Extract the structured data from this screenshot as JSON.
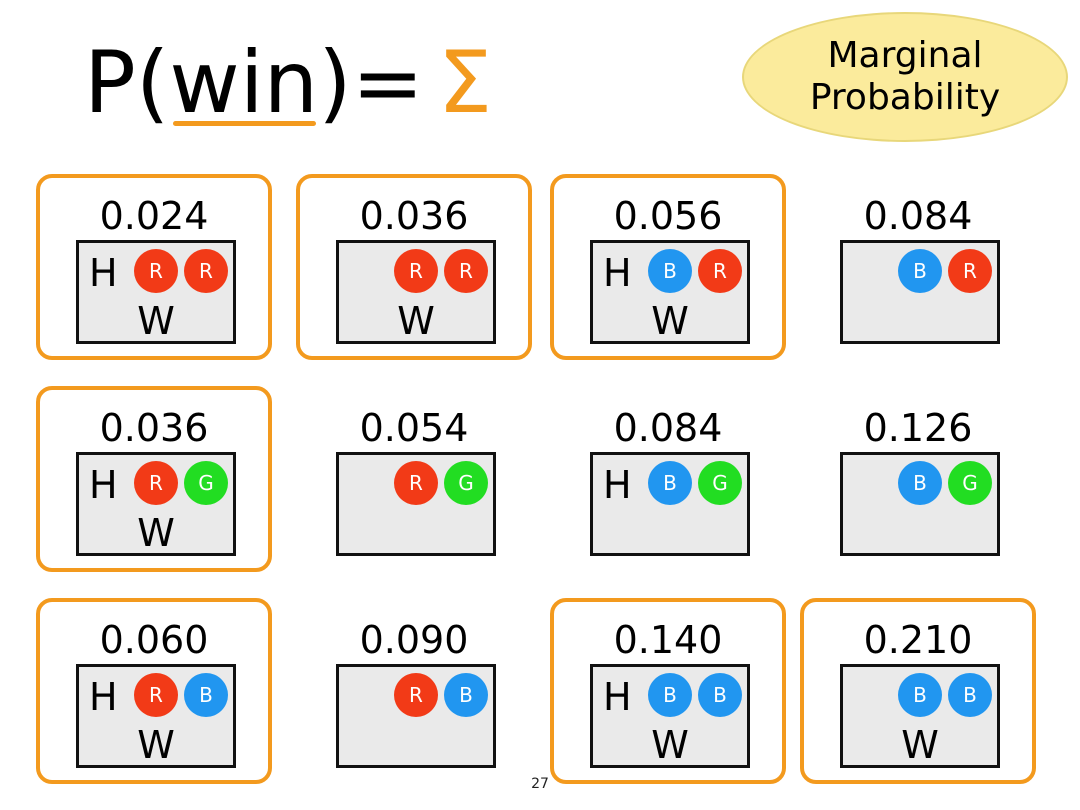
{
  "title": {
    "prefix": "P(",
    "var": "win",
    "suffix": ")=",
    "sigma": "Σ"
  },
  "badge": {
    "line1": "Marginal",
    "line2": "Probability"
  },
  "colors": {
    "red": "#f23a17",
    "blue": "#2196f0",
    "green": "#22dd22",
    "highlight": "#f39a1e",
    "badge": "#fbeb9c"
  },
  "rows": [
    {
      "cells": [
        {
          "prob": "0.024",
          "highlighted": true,
          "h": "H",
          "w": "W",
          "balls": [
            {
              "color": "R",
              "label": "R"
            },
            {
              "color": "R",
              "label": "R"
            }
          ]
        },
        {
          "prob": "0.036",
          "highlighted": true,
          "h": "",
          "w": "W",
          "balls": [
            {
              "color": "R",
              "label": "R"
            },
            {
              "color": "R",
              "label": "R"
            }
          ]
        },
        {
          "prob": "0.056",
          "highlighted": true,
          "h": "H",
          "w": "W",
          "balls": [
            {
              "color": "B",
              "label": "B"
            },
            {
              "color": "R",
              "label": "R"
            }
          ]
        },
        {
          "prob": "0.084",
          "highlighted": false,
          "h": "",
          "w": "",
          "balls": [
            {
              "color": "B",
              "label": "B"
            },
            {
              "color": "R",
              "label": "R"
            }
          ]
        }
      ]
    },
    {
      "cells": [
        {
          "prob": "0.036",
          "highlighted": true,
          "h": "H",
          "w": "W",
          "balls": [
            {
              "color": "R",
              "label": "R"
            },
            {
              "color": "G",
              "label": "G"
            }
          ]
        },
        {
          "prob": "0.054",
          "highlighted": false,
          "h": "",
          "w": "",
          "balls": [
            {
              "color": "R",
              "label": "R"
            },
            {
              "color": "G",
              "label": "G"
            }
          ]
        },
        {
          "prob": "0.084",
          "highlighted": false,
          "h": "H",
          "w": "",
          "balls": [
            {
              "color": "B",
              "label": "B"
            },
            {
              "color": "G",
              "label": "G"
            }
          ]
        },
        {
          "prob": "0.126",
          "highlighted": false,
          "h": "",
          "w": "",
          "balls": [
            {
              "color": "B",
              "label": "B"
            },
            {
              "color": "G",
              "label": "G"
            }
          ]
        }
      ]
    },
    {
      "cells": [
        {
          "prob": "0.060",
          "highlighted": true,
          "h": "H",
          "w": "W",
          "balls": [
            {
              "color": "R",
              "label": "R"
            },
            {
              "color": "B",
              "label": "B"
            }
          ]
        },
        {
          "prob": "0.090",
          "highlighted": false,
          "h": "",
          "w": "",
          "balls": [
            {
              "color": "R",
              "label": "R"
            },
            {
              "color": "B",
              "label": "B"
            }
          ]
        },
        {
          "prob": "0.140",
          "highlighted": true,
          "h": "H",
          "w": "W",
          "balls": [
            {
              "color": "B",
              "label": "B"
            },
            {
              "color": "B",
              "label": "B"
            }
          ]
        },
        {
          "prob": "0.210",
          "highlighted": true,
          "h": "",
          "w": "W",
          "balls": [
            {
              "color": "B",
              "label": "B"
            },
            {
              "color": "B",
              "label": "B"
            }
          ]
        }
      ]
    }
  ],
  "slide_number": "27"
}
